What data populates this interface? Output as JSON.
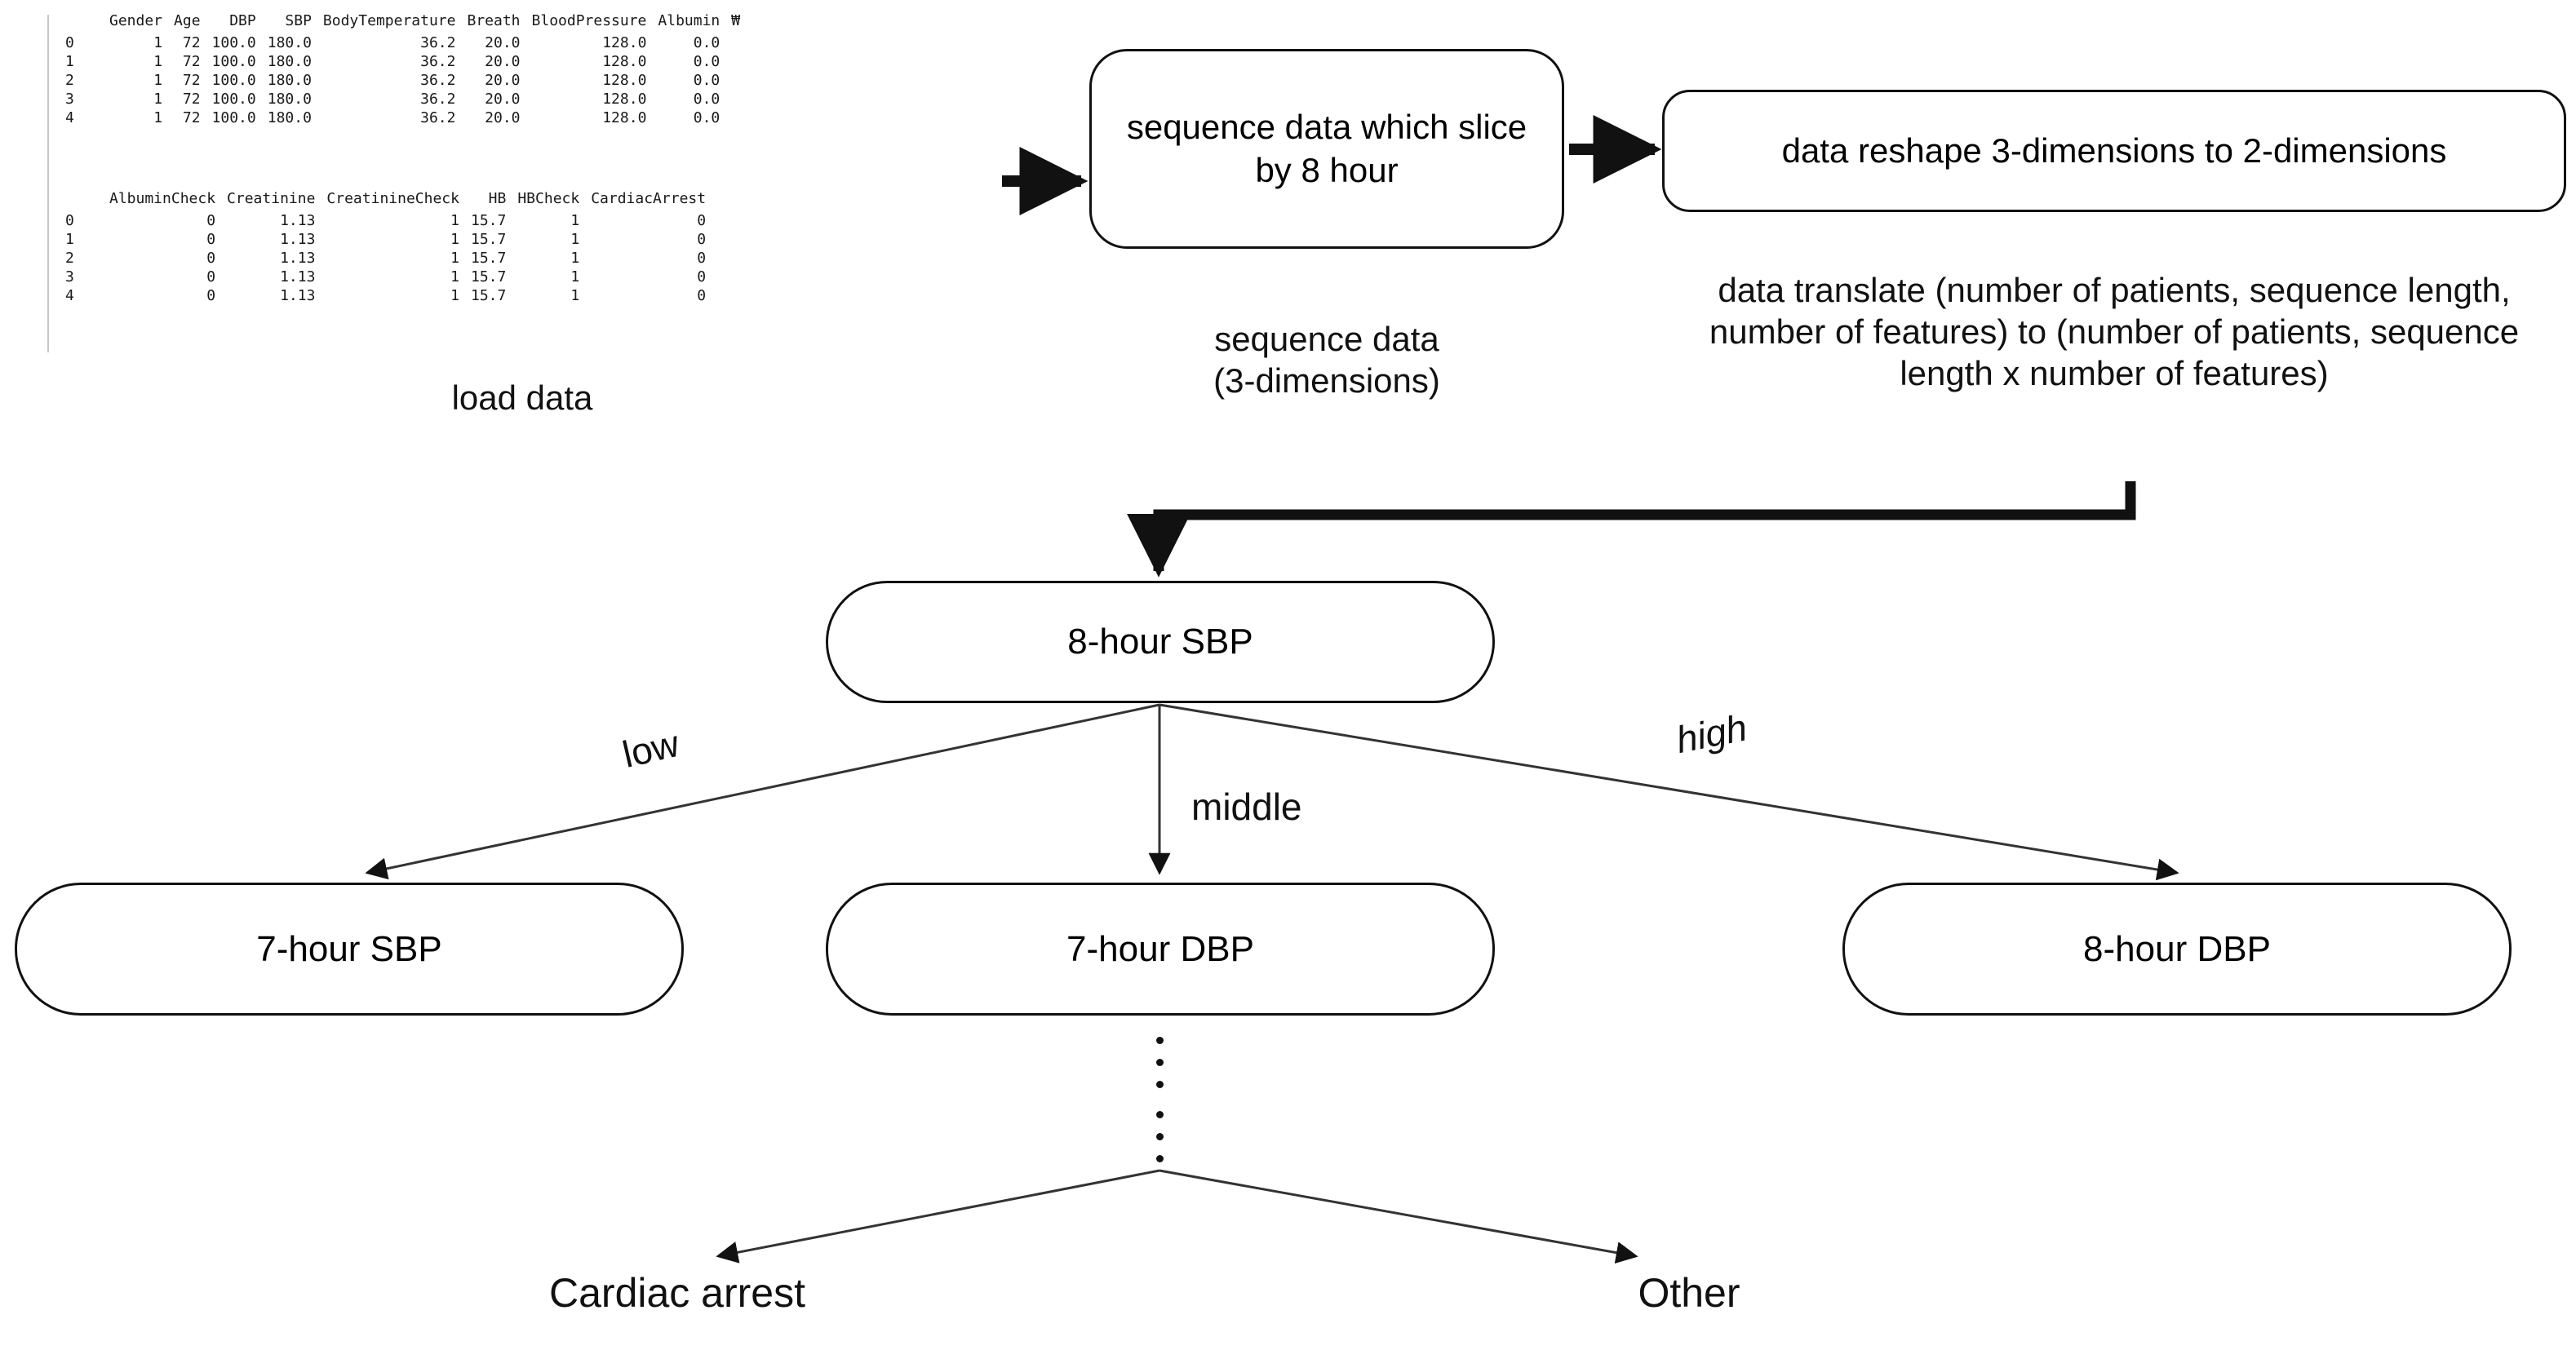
{
  "dataframe": {
    "continuation_marker": "₩",
    "block1": {
      "columns": [
        "Gender",
        "Age",
        "DBP",
        "SBP",
        "BodyTemperature",
        "Breath",
        "BloodPressure",
        "Albumin"
      ],
      "index": [
        "0",
        "1",
        "2",
        "3",
        "4"
      ],
      "rows": [
        [
          "1",
          "72",
          "100.0",
          "180.0",
          "36.2",
          "20.0",
          "128.0",
          "0.0"
        ],
        [
          "1",
          "72",
          "100.0",
          "180.0",
          "36.2",
          "20.0",
          "128.0",
          "0.0"
        ],
        [
          "1",
          "72",
          "100.0",
          "180.0",
          "36.2",
          "20.0",
          "128.0",
          "0.0"
        ],
        [
          "1",
          "72",
          "100.0",
          "180.0",
          "36.2",
          "20.0",
          "128.0",
          "0.0"
        ],
        [
          "1",
          "72",
          "100.0",
          "180.0",
          "36.2",
          "20.0",
          "128.0",
          "0.0"
        ]
      ]
    },
    "block2": {
      "columns": [
        "AlbuminCheck",
        "Creatinine",
        "CreatinineCheck",
        "HB",
        "HBCheck",
        "CardiacArrest"
      ],
      "index": [
        "0",
        "1",
        "2",
        "3",
        "4"
      ],
      "rows": [
        [
          "0",
          "1.13",
          "1",
          "15.7",
          "1",
          "0"
        ],
        [
          "0",
          "1.13",
          "1",
          "15.7",
          "1",
          "0"
        ],
        [
          "0",
          "1.13",
          "1",
          "15.7",
          "1",
          "0"
        ],
        [
          "0",
          "1.13",
          "1",
          "15.7",
          "1",
          "0"
        ],
        [
          "0",
          "1.13",
          "1",
          "15.7",
          "1",
          "0"
        ]
      ]
    }
  },
  "flow": {
    "load_data_caption": "load data",
    "slice_box": "sequence data which slice by 8 hour",
    "sequence_caption": "sequence data\n(3-dimensions)",
    "reshape_box": "data reshape 3-dimensions to 2-dimensions",
    "translate_caption": "data translate (number of patients, sequence length, number of features) to (number of patients, sequence length x number of features)"
  },
  "tree": {
    "root": "8-hour SBP",
    "branches": [
      {
        "label": "low",
        "target": "7-hour SBP"
      },
      {
        "label": "middle",
        "target": "7-hour DBP"
      },
      {
        "label": "high",
        "target": "8-hour DBP"
      }
    ],
    "node_low": "7-hour SBP",
    "node_middle": "7-hour DBP",
    "node_high": "8-hour DBP",
    "leaf_left": "Cardiac arrest",
    "leaf_right": "Other",
    "ellipsis": "⋮"
  },
  "colors": {
    "line": "#111111",
    "background": "#ffffff",
    "text": "#111111",
    "table_text": "#1a1a1a",
    "gutter": "#c8c8c8"
  }
}
